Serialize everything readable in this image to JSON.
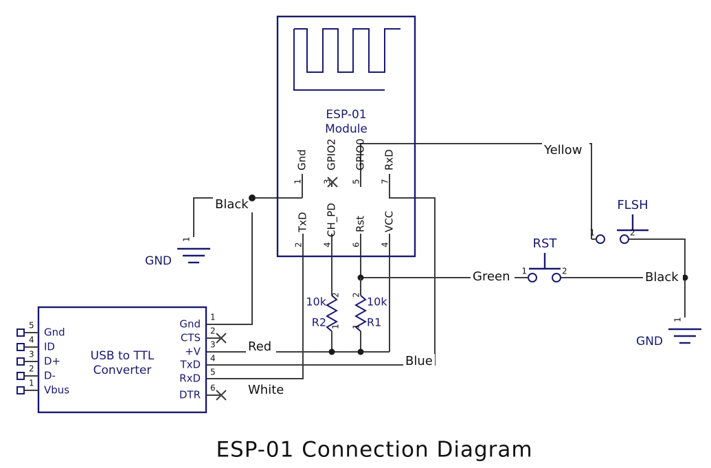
{
  "title": "ESP-01 Connection Diagram",
  "modules": {
    "esp": {
      "name_line1": "ESP-01",
      "name_line2": "Module",
      "pins_top": [
        {
          "num": "1",
          "label": "Gnd"
        },
        {
          "num": "3",
          "label": "GPIO2"
        },
        {
          "num": "5",
          "label": "GPIO0"
        },
        {
          "num": "7",
          "label": "RxD"
        }
      ],
      "pins_bottom": [
        {
          "num": "2",
          "label": "TxD"
        },
        {
          "num": "4",
          "label": "CH_PD"
        },
        {
          "num": "6",
          "label": "Rst"
        },
        {
          "num": "4",
          "label": "VCC"
        }
      ]
    },
    "usb": {
      "name_line1": "USB to TTL",
      "name_line2": "Converter",
      "pins_left": [
        {
          "num": "5",
          "label": "Gnd"
        },
        {
          "num": "4",
          "label": "ID"
        },
        {
          "num": "3",
          "label": "D+"
        },
        {
          "num": "2",
          "label": "D-"
        },
        {
          "num": "1",
          "label": "Vbus"
        }
      ],
      "pins_right": [
        {
          "num": "1",
          "label": "Gnd"
        },
        {
          "num": "2",
          "label": "CTS"
        },
        {
          "num": "3",
          "label": "+V"
        },
        {
          "num": "4",
          "label": "TxD"
        },
        {
          "num": "5",
          "label": "RxD"
        },
        {
          "num": "6",
          "label": "DTR"
        }
      ]
    }
  },
  "resistors": [
    {
      "ref": "R2",
      "value": "10k",
      "pin_top": "2",
      "pin_bottom": "1"
    },
    {
      "ref": "R1",
      "value": "10k",
      "pin_top": "2",
      "pin_bottom": "1"
    }
  ],
  "switches": [
    {
      "ref": "FLSH",
      "pin1": "1",
      "pin2": "2"
    },
    {
      "ref": "RST",
      "pin1": "1",
      "pin2": "2"
    }
  ],
  "grounds": [
    {
      "label": "GND",
      "pin": "1"
    },
    {
      "label": "GND",
      "pin": "1"
    }
  ],
  "wire_labels": [
    {
      "name": "Black",
      "text": "Black"
    },
    {
      "name": "Yellow",
      "text": "Yellow"
    },
    {
      "name": "Green",
      "text": "Green"
    },
    {
      "name": "BlackRight",
      "text": "Black"
    },
    {
      "name": "Red",
      "text": "Red"
    },
    {
      "name": "White",
      "text": "White"
    },
    {
      "name": "Blue",
      "text": "Blue"
    }
  ],
  "colors": {
    "component_outline": "#191970",
    "wire": "#3c3c3c",
    "text_black": "#111111",
    "background": "#ffffff"
  }
}
